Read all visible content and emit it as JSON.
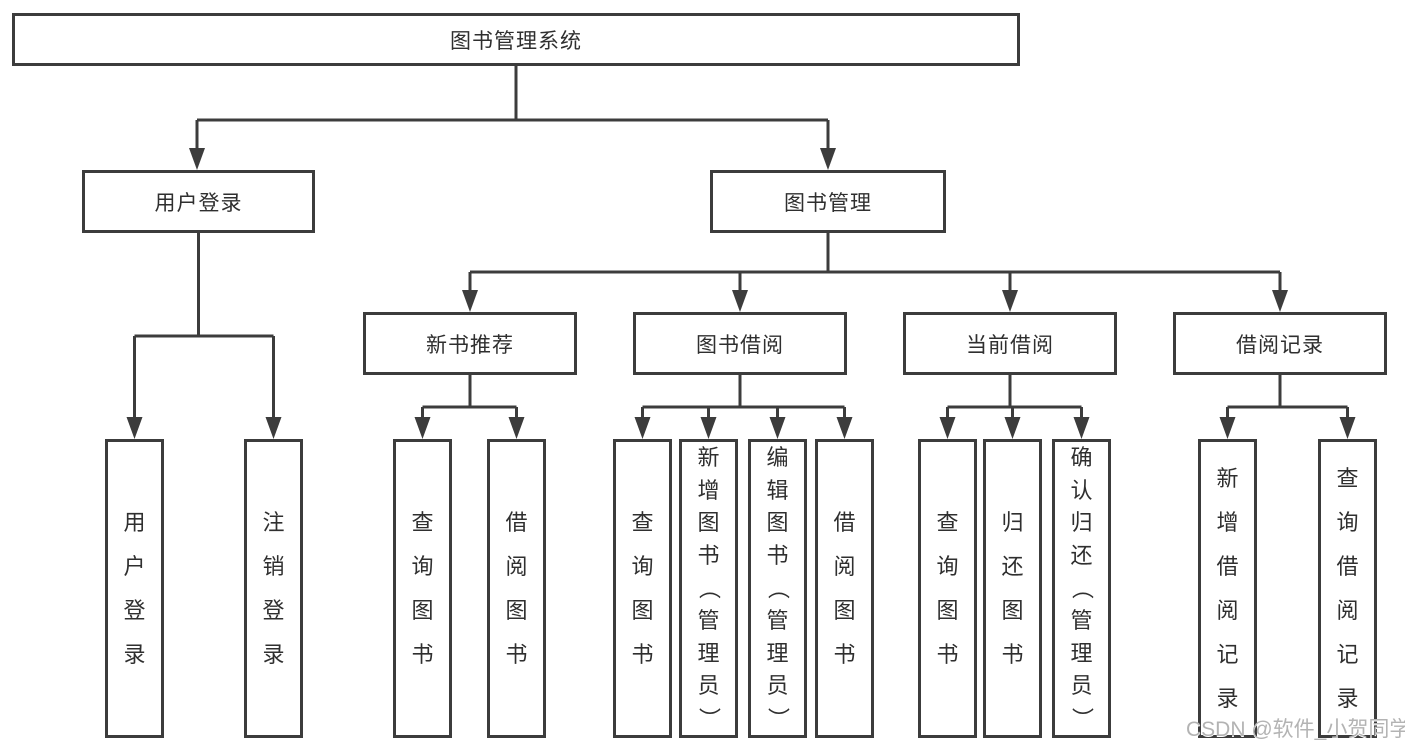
{
  "tree": {
    "root": {
      "label": "图书管理系统"
    },
    "children": [
      {
        "label": "用户登录",
        "children": [
          {
            "label": "用户登录"
          },
          {
            "label": "注销登录"
          }
        ]
      },
      {
        "label": "图书管理",
        "children": [
          {
            "label": "新书推荐",
            "children": [
              {
                "label": "查询图书"
              },
              {
                "label": "借阅图书"
              }
            ]
          },
          {
            "label": "图书借阅",
            "children": [
              {
                "label": "查询图书"
              },
              {
                "label": "新增图书（管理员）"
              },
              {
                "label": "编辑图书（管理员）"
              },
              {
                "label": "借阅图书"
              }
            ]
          },
          {
            "label": "当前借阅",
            "children": [
              {
                "label": "查询图书"
              },
              {
                "label": "归还图书"
              },
              {
                "label": "确认归还（管理员）"
              }
            ]
          },
          {
            "label": "借阅记录",
            "children": [
              {
                "label": "新增借阅记录"
              },
              {
                "label": "查询借阅记录"
              }
            ]
          }
        ]
      }
    ]
  },
  "watermark": {
    "text": "CSDN @软件_小贺同学",
    "color": "#b3b3b3"
  },
  "colors": {
    "line": "#3c3c3c",
    "border": "#3c3c3c",
    "text": "#2f2f2f",
    "background": "#ffffff",
    "box_fill": "#ffffff"
  }
}
